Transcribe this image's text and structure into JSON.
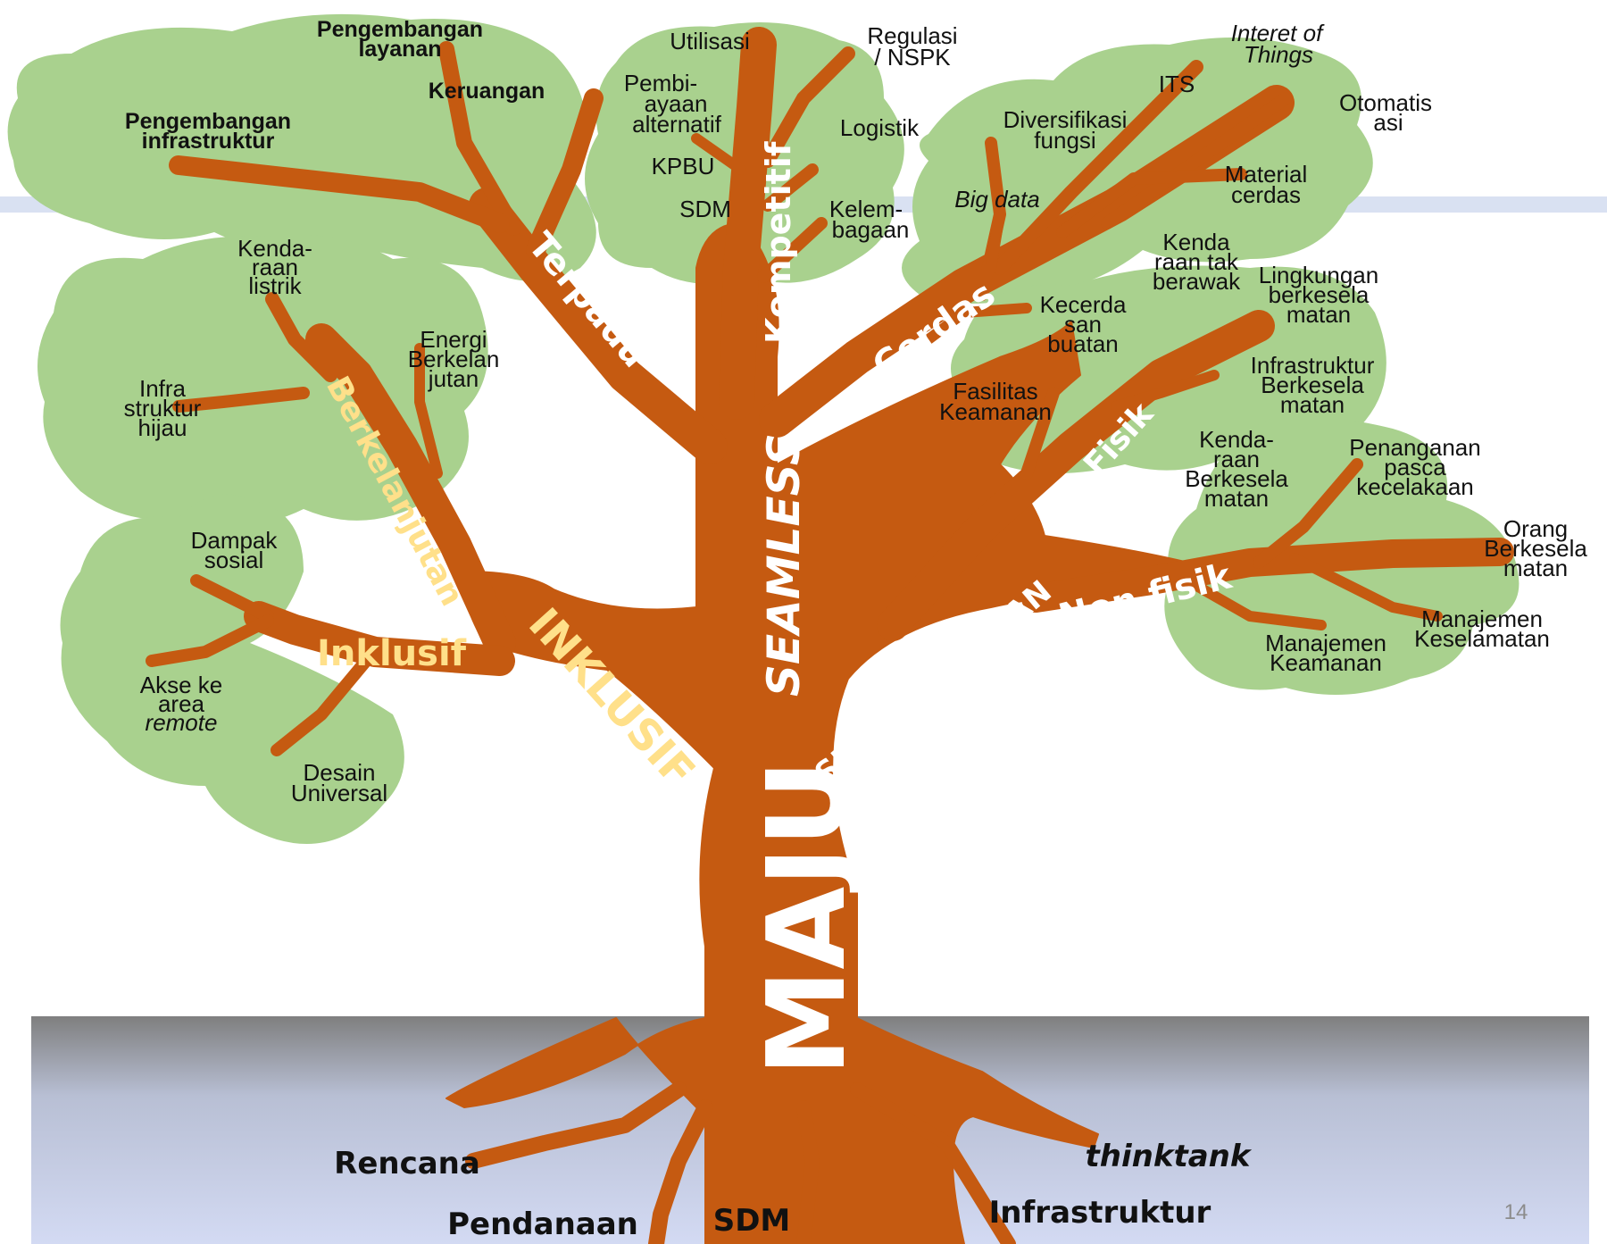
{
  "colors": {
    "trunk": "#c55a11",
    "foliage": "#a9d18e",
    "band": "#d9e1f2",
    "ground_top": "#7f7f7f",
    "ground_bottom": "#d0d8f0",
    "main_label": "#ffff00",
    "soft_label": "#ffe08a"
  },
  "trunk_label": "MAJU",
  "main_branches": {
    "seamless": "SEAMLESS",
    "inklusif": "INKLUSIF",
    "selamat": "SELAMAT &AMAN"
  },
  "sub_branches": {
    "terpadu": "Terpadu",
    "kompetitif": "Kompetitif",
    "cerdas": "Cerdas",
    "berkelanjutan": "Berkelanjutan",
    "inklusif": "Inklusif",
    "fisik": "Fisik",
    "non_fisik": "Non fisik"
  },
  "leaves": {
    "pengembangan_layanan": [
      "Pengembangan",
      "layanan"
    ],
    "pengembangan_infrastruktur": [
      "Pengembangan",
      "infrastruktur"
    ],
    "keruangan": "Keruangan",
    "utilisasi": "Utilisasi",
    "regulasi": [
      "Regulasi",
      "/ NSPK"
    ],
    "pembiayaan": [
      "Pembi-",
      "ayaan",
      "alternatif"
    ],
    "logistik": "Logistik",
    "kpbu": "KPBU",
    "sdm_top": "SDM",
    "kelembagaan": [
      "Kelem-",
      "bagaan"
    ],
    "iot": [
      "Interet of",
      "Things"
    ],
    "its": "ITS",
    "otomatisasi": [
      "Otomatis",
      "asi"
    ],
    "diversifikasi": [
      "Diversifikasi",
      "fungsi"
    ],
    "material": [
      "Material",
      "cerdas"
    ],
    "big_data": "Big data",
    "kendaraan_tak_berawak": [
      "Kenda",
      "raan tak",
      "berawak"
    ],
    "kecerdasan": [
      "Kecerda",
      "san",
      "buatan"
    ],
    "lingkungan": [
      "Lingkungan",
      "berkesela",
      "matan"
    ],
    "infra_berkeselamatan": [
      "Infrastruktur",
      "Berkesela",
      "matan"
    ],
    "fasilitas_keamanan": [
      "Fasilitas",
      "Keamanan"
    ],
    "kendaraan_berkeselamatan": [
      "Kenda-",
      "raan",
      "Berkesela",
      "matan"
    ],
    "penanganan": [
      "Penanganan",
      "pasca",
      "kecelakaan"
    ],
    "orang": [
      "Orang",
      "Berkesela",
      "matan"
    ],
    "manajemen_keselamatan": [
      "Manajemen",
      "Keselamatan"
    ],
    "manajemen_keamanan": [
      "Manajemen",
      "Keamanan"
    ],
    "kendaraan_listrik": [
      "Kenda-",
      "raan",
      "listrik"
    ],
    "energi": [
      "Energi",
      "Berkelan",
      "jutan"
    ],
    "infra_hijau": [
      "Infra",
      "struktur",
      "hijau"
    ],
    "dampak_sosial": [
      "Dampak",
      "sosial"
    ],
    "akses_remote": [
      "Akse ke",
      "area",
      "remote"
    ],
    "desain_universal": [
      "Desain",
      "Universal"
    ]
  },
  "roots": {
    "rencana": "Rencana",
    "pendanaan": "Pendanaan",
    "sdm": "SDM",
    "thinktank": "thinktank",
    "infrastruktur": "Infrastruktur"
  },
  "page_number": "14"
}
